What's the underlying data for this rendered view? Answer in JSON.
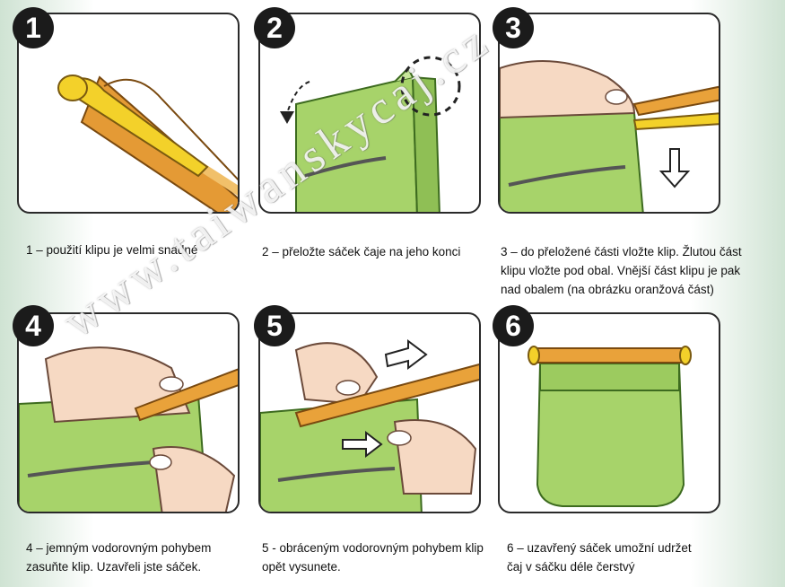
{
  "steps": [
    {
      "number": "1",
      "caption": "1 – použití klipu je velmi snadné"
    },
    {
      "number": "2",
      "caption": "2 – přeložte sáček čaje na jeho konci"
    },
    {
      "number": "3",
      "caption": "3 – do přeložené části vložte klip. Žlutou část klipu vložte pod obal. Vnější část klipu je pak nad obalem (na obrázku oranžová část)"
    },
    {
      "number": "4",
      "caption": "4 – jemným vodorovným pohybem zasuňte klip. Uzavřeli jste sáček."
    },
    {
      "number": "5",
      "caption": "5 - obráceným vodorovným pohybem klip opět vysunete."
    },
    {
      "number": "6",
      "caption": "6 – uzavřený sáček umožní udržet čaj v sáčku déle čerstvý"
    }
  ],
  "watermark": "www.taiwanskycaj.cz",
  "colors": {
    "bag_green": "#a7d36a",
    "clip_orange": "#e9a23a",
    "clip_yellow": "#f3d12a",
    "skin": "#f6d9c3"
  }
}
